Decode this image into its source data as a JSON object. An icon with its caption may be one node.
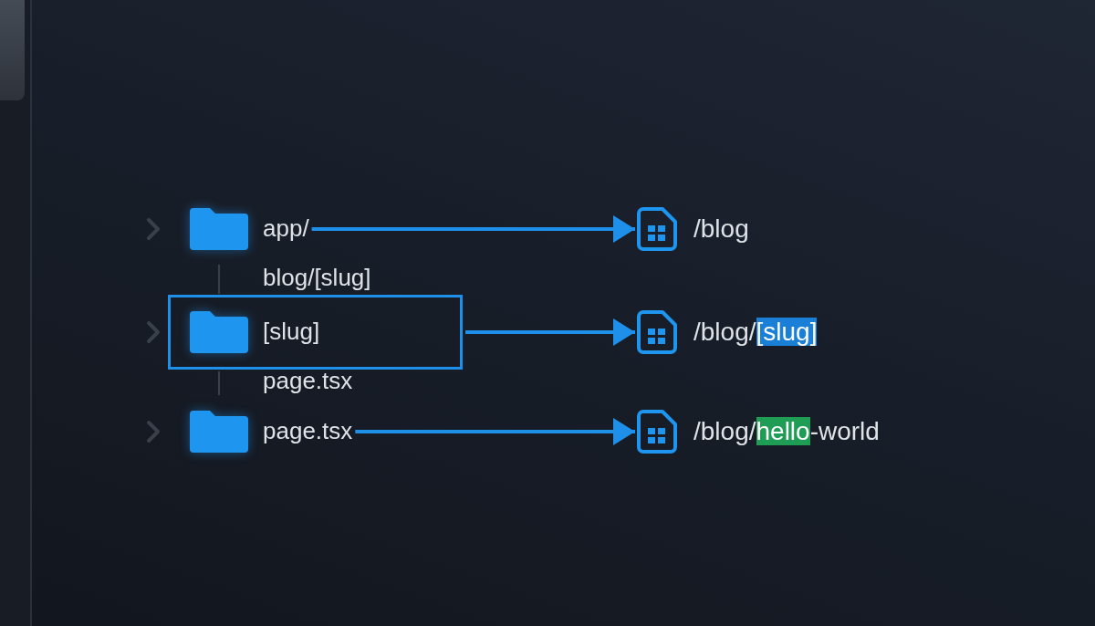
{
  "diagram": {
    "nodes": [
      {
        "text": [
          "app/"
        ]
      },
      {
        "text": [
          "[slug]"
        ]
      },
      {
        "text": [
          "page.tsx"
        ]
      },
      {
        "text": [
          "/blog"
        ]
      },
      {
        "text": [
          "/blog/[slug]"
        ]
      },
      {
        "text": [
          "/blog/hello-world"
        ]
      }
    ],
    "edges": [
      {
        "from": 0,
        "to": 3,
        "arrow": "to"
      },
      {
        "from": 1,
        "to": 4,
        "arrow": "to"
      },
      {
        "from": 2,
        "to": 5,
        "arrow": "to"
      }
    ],
    "labels": [
      "blog/[slug]",
      "page.tsx"
    ]
  }
}
